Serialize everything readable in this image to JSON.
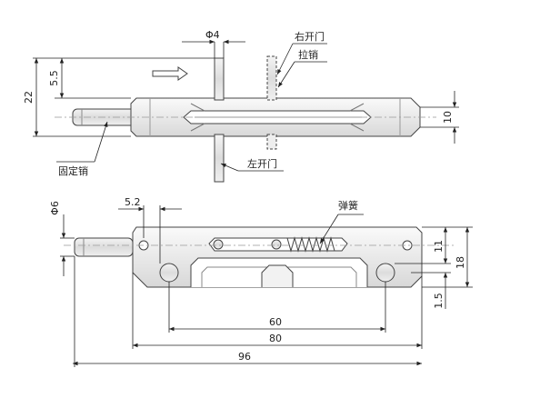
{
  "top_view": {
    "dims": {
      "pin_dia": "Φ4",
      "offset": "5.5",
      "height": "22",
      "thickness": "10"
    },
    "labels": {
      "right_door": "右开门",
      "pull_pin": "拉销",
      "fixed_pin": "固定销",
      "left_door": "左开门"
    }
  },
  "front_view": {
    "dims": {
      "pin_dia": "Φ6",
      "hole_offset": "5.2",
      "hole_span": "60",
      "body_len": "80",
      "total_len": "96",
      "d11": "11",
      "d18": "18",
      "d15": "1.5"
    },
    "labels": {
      "spring": "弹簧"
    }
  }
}
